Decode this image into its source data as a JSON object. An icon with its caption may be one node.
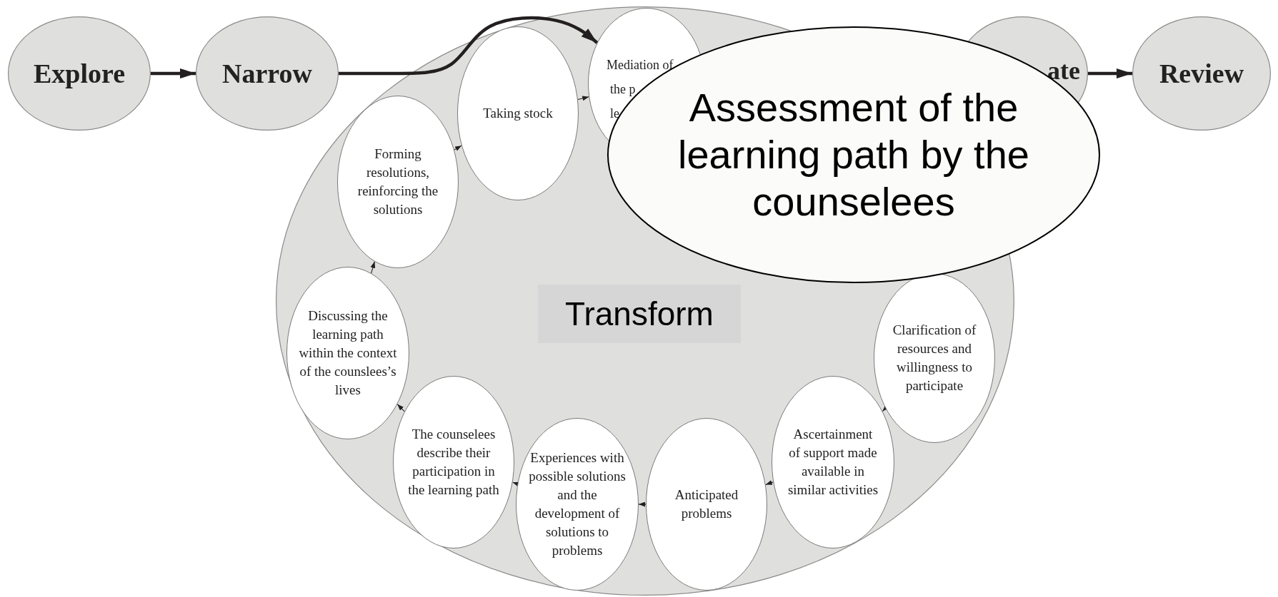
{
  "diagram": {
    "nodes": [
      {
        "text": [
          "Explore"
        ]
      },
      {
        "text": [
          "Narrow"
        ]
      },
      {
        "text": [
          "Transform"
        ]
      },
      {
        "text": [
          "Forming resolutions, reinforcing the solutions"
        ],
        "in": 2
      },
      {
        "text": [
          "Taking stock"
        ],
        "in": 2
      },
      {
        "text": [
          "Mediation of",
          "the p",
          "le"
        ],
        "in": 2
      },
      {
        "text": [
          "Discussing the learning path within the context of the counslees’s lives"
        ],
        "in": 2
      },
      {
        "text": [
          "Clarification of resources and willingness to participate"
        ],
        "in": 2
      },
      {
        "text": [
          "The counselees describe their participation in the learning path"
        ],
        "in": 2
      },
      {
        "text": [
          "Experiences with possible solutions and the development of solutions to problems"
        ],
        "in": 2
      },
      {
        "text": [
          "Anticipated problems"
        ],
        "in": 2
      },
      {
        "text": [
          "Ascertainment of support made available in similar activities"
        ],
        "in": 2
      },
      {
        "text": [
          "ate"
        ]
      },
      {
        "text": [
          "Review"
        ]
      },
      {
        "text": [
          "Assessment of the learning path by the counselees"
        ]
      }
    ],
    "edges": [
      {
        "from": 0,
        "to": 1,
        "arrow": "to",
        "style": "thick"
      },
      {
        "from": 1,
        "to": 5,
        "arrow": "to",
        "style": "thick"
      },
      {
        "from": 12,
        "to": 13,
        "arrow": "to",
        "style": "thick"
      },
      {
        "from": 6,
        "to": 3,
        "arrow": "to"
      },
      {
        "from": 3,
        "to": 4,
        "arrow": "to"
      },
      {
        "from": 4,
        "to": 5,
        "arrow": "to"
      },
      {
        "from": 7,
        "to": 11,
        "arrow": "to"
      },
      {
        "from": 11,
        "to": 10,
        "arrow": "to"
      },
      {
        "from": 10,
        "to": 9,
        "arrow": "to"
      },
      {
        "from": 9,
        "to": 8,
        "arrow": "to"
      },
      {
        "from": 8,
        "to": 6,
        "arrow": "to"
      }
    ]
  }
}
